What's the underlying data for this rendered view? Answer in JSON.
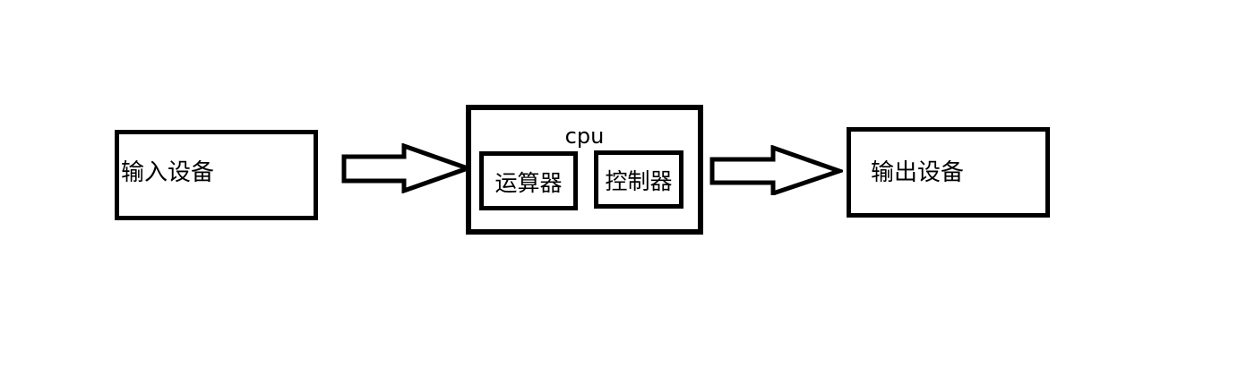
{
  "diagram": {
    "nodes": {
      "input_device": {
        "label": "输入设备"
      },
      "cpu": {
        "label": "cpu"
      },
      "alu": {
        "label": "运算器"
      },
      "controller": {
        "label": "控制器"
      },
      "output_device": {
        "label": "输出设备"
      }
    },
    "arrows": [
      {
        "name": "input-to-cpu",
        "from": "input_device",
        "to": "cpu",
        "direction": "right"
      },
      {
        "name": "cpu-to-output",
        "from": "cpu",
        "to": "output_device",
        "direction": "right"
      }
    ],
    "colors": {
      "stroke": "#000000",
      "fill": "#ffffff",
      "background": "#ffffff"
    }
  }
}
